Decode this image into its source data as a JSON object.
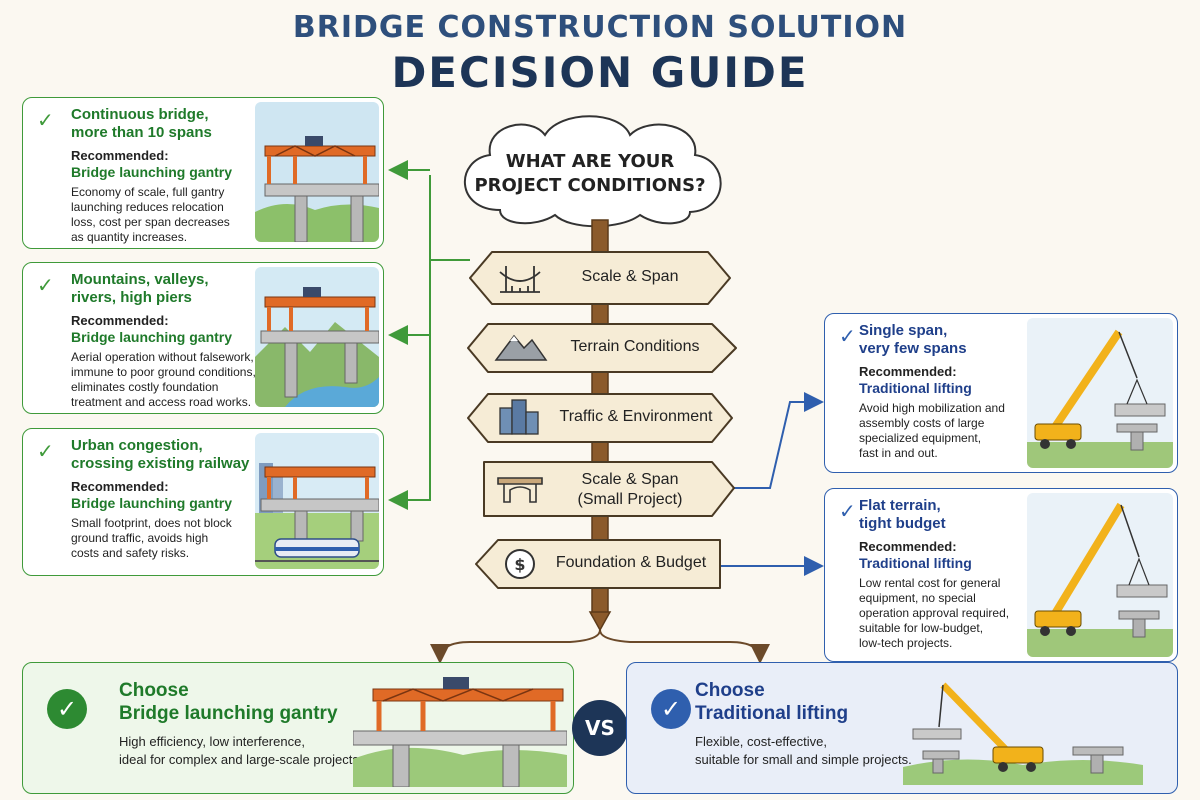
{
  "title": {
    "line1": "BRIDGE CONSTRUCTION SOLUTION",
    "line2": "DECISION GUIDE"
  },
  "question": {
    "line1": "WHAT ARE YOUR",
    "line2": "PROJECT CONDITIONS?"
  },
  "signs": [
    {
      "label": "Scale & Span",
      "icon": "suspension-bridge-icon"
    },
    {
      "label": "Terrain Conditions",
      "icon": "mountain-icon"
    },
    {
      "label": "Traffic & Environment",
      "icon": "buildings-icon"
    },
    {
      "label_line1": "Scale & Span",
      "label_line2": "(Small Project)",
      "icon": "small-bridge-icon"
    },
    {
      "label": "Foundation & Budget",
      "icon": "dollar-coin-icon"
    }
  ],
  "left_cards": [
    {
      "head_line1": "Continuous bridge,",
      "head_line2": "more than 10 spans",
      "rec_label": "Recommended:",
      "rec_title": "Bridge launching gantry",
      "desc": [
        "Economy of scale, full gantry",
        "launching reduces relocation",
        "loss, cost per span decreases",
        "as quantity increases."
      ]
    },
    {
      "head_line1": "Mountains, valleys,",
      "head_line2": "rivers, high piers",
      "rec_label": "Recommended:",
      "rec_title": "Bridge launching gantry",
      "desc": [
        "Aerial operation without falsework,",
        "immune to poor ground conditions,",
        "eliminates costly foundation",
        "treatment and access road works."
      ]
    },
    {
      "head_line1": "Urban congestion,",
      "head_line2": "crossing existing railway",
      "rec_label": "Recommended:",
      "rec_title": "Bridge launching gantry",
      "desc": [
        "Small footprint, does not block",
        "ground traffic, avoids high",
        "costs and safety risks."
      ]
    }
  ],
  "right_cards": [
    {
      "head_line1": "Single span,",
      "head_line2": "very few spans",
      "rec_label": "Recommended:",
      "rec_title": "Traditional lifting",
      "desc": [
        "Avoid high mobilization and",
        "assembly costs of large",
        "specialized equipment,",
        "fast in and out."
      ]
    },
    {
      "head_line1": "Flat terrain,",
      "head_line2": "tight budget",
      "rec_label": "Recommended:",
      "rec_title": "Traditional lifting",
      "desc": [
        "Low rental cost for general",
        "equipment, no special",
        "operation approval required,",
        "suitable for low-budget,",
        "low-tech projects."
      ]
    }
  ],
  "bottom_left": {
    "title_line1": "Choose",
    "title_line2": "Bridge launching gantry",
    "desc_line1": "High efficiency, low interference,",
    "desc_line2": "ideal for complex and large-scale projects."
  },
  "bottom_right": {
    "title_line1": "Choose",
    "title_line2": "Traditional lifting",
    "desc_line1": "Flexible, cost-effective,",
    "desc_line2": "suitable for small and simple projects."
  },
  "vs_label": "VS",
  "colors": {
    "gantry_green": "#3f9a3a",
    "lifting_blue": "#2f5fae",
    "signpost_wood": "#f6ecd6",
    "pole_brown": "#8b5a2b",
    "title_navy": "#1d3557"
  }
}
